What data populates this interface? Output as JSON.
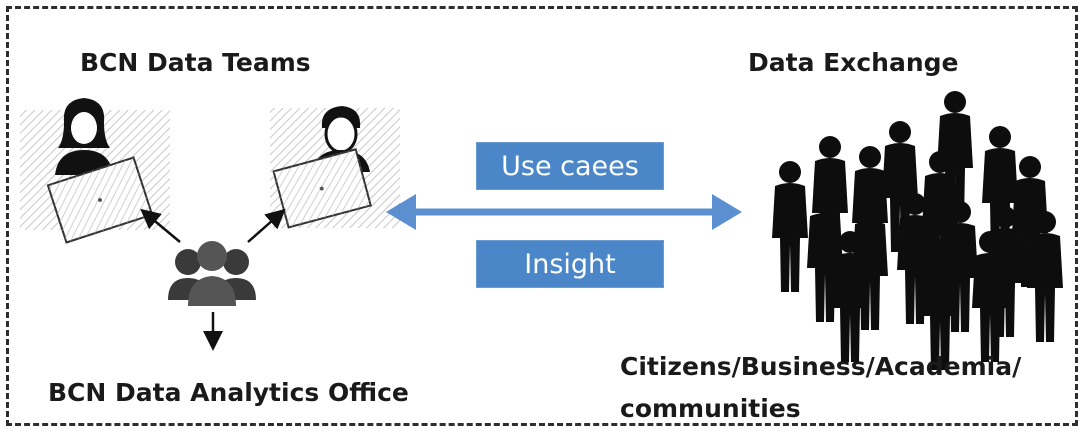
{
  "labels": {
    "data_teams": "BCN Data Teams",
    "data_exchange": "Data Exchange",
    "analytics_office": "BCN Data Analytics Office",
    "citizens_line1": "Citizens/Business/Academia/",
    "citizens_line2": "communities"
  },
  "boxes": {
    "use_cases": "Use caees",
    "insight": "Insight"
  },
  "colors": {
    "box_fill": "#4a86c8",
    "arrow": "#5b8fd0",
    "crowd": "#0d0d0d",
    "hatch": "#9a9a9a"
  }
}
